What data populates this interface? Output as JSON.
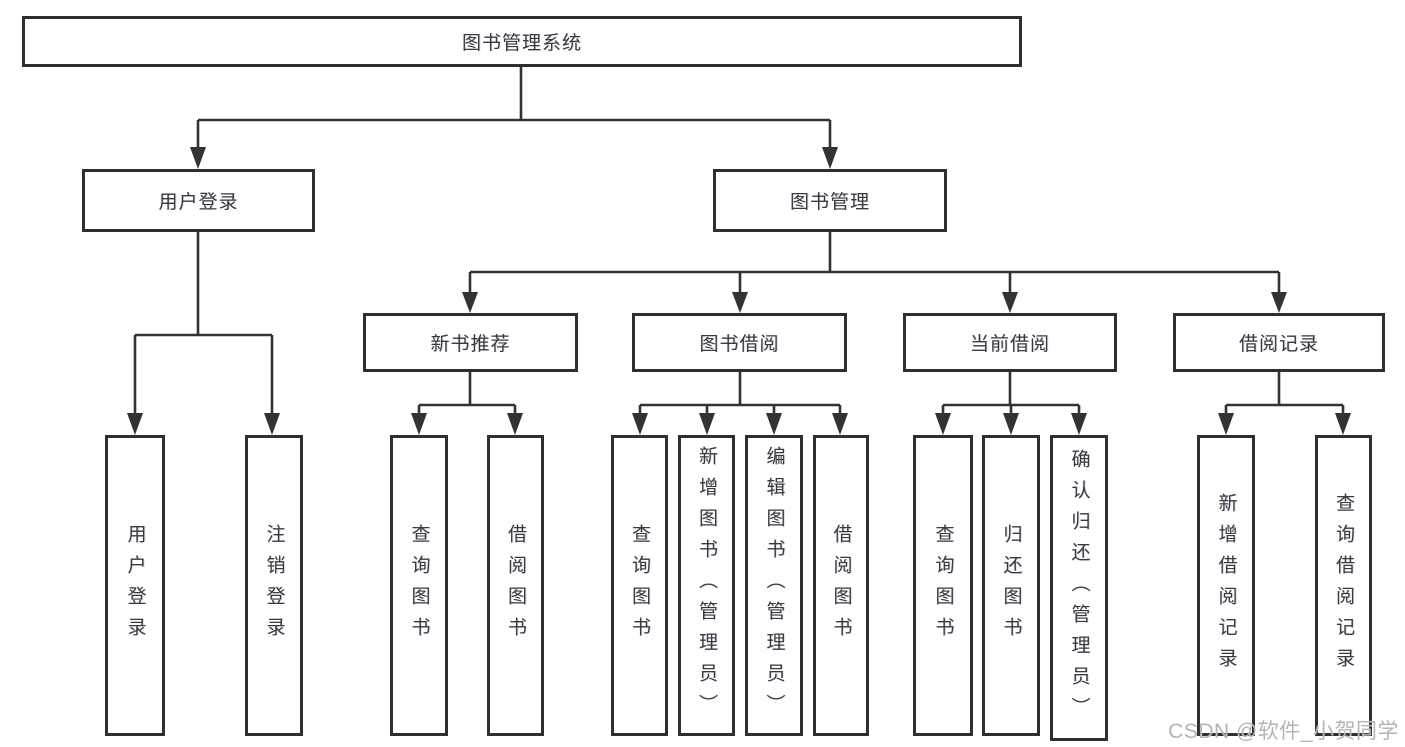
{
  "nodes": {
    "root": "图书管理系统",
    "userLogin": "用户登录",
    "bookMgmt": "图书管理",
    "newBooks": "新书推荐",
    "bookBorrow": "图书借阅",
    "currentBorrow": "当前借阅",
    "borrowRecords": "借阅记录"
  },
  "leaves": [
    "用户登录",
    "注销登录",
    "查询图书",
    "借阅图书",
    "查询图书",
    "新增图书（管理员）",
    "编辑图书（管理员）",
    "借阅图书",
    "查询图书",
    "归还图书",
    "确认归还（管理员）",
    "新增借阅记录",
    "查询借阅记录"
  ],
  "watermark": "CSDN @软件_小贺同学",
  "colors": {
    "line": "#333333",
    "border": "#2f2f2f",
    "text": "#3a3a3e",
    "watermark": "#b5b5b5",
    "background": "#ffffff"
  }
}
